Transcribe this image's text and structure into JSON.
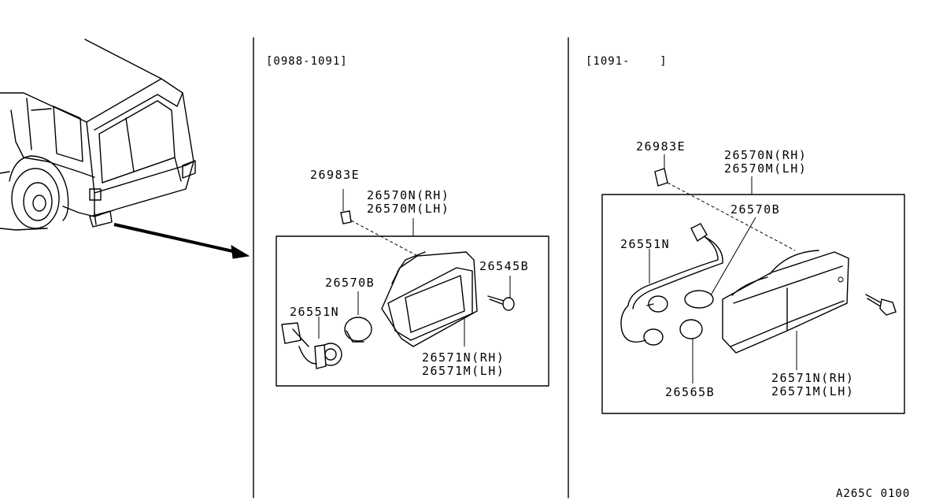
{
  "left_panel": {
    "range": "[0988-1091]",
    "parts": {
      "p26983E": "26983E",
      "p26570N": "26570N(RH)",
      "p26570M": "26570M(LH)",
      "p26545B": "26545B",
      "p26570B": "26570B",
      "p26551N": "26551N",
      "p26571N": "26571N(RH)",
      "p26571M": "26571M(LH)"
    }
  },
  "right_panel": {
    "range": "[1091-    ]",
    "parts": {
      "p26983E": "26983E",
      "p26570N": "26570N(RH)",
      "p26570M": "26570M(LH)",
      "p26570B": "26570B",
      "p26551N": "26551N",
      "p26565B": "26565B",
      "p26571N": "26571N(RH)",
      "p26571M": "26571M(LH)"
    }
  },
  "figure_code": "A265C 0100"
}
